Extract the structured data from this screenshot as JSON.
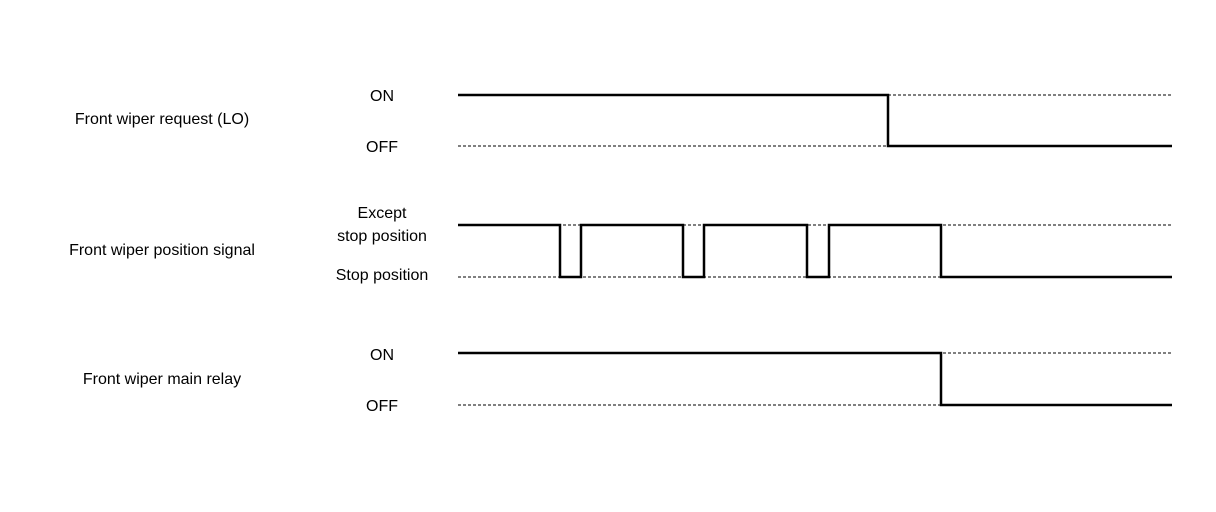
{
  "signals": [
    {
      "name": "Front wiper request (LO)",
      "high_label": "ON",
      "low_label": "OFF",
      "waveform": [
        {
          "t": 0,
          "level": "high"
        },
        {
          "t": 430,
          "level": "low"
        }
      ]
    },
    {
      "name": "Front wiper position signal",
      "high_label_line1": "Except",
      "high_label_line2": "stop position",
      "low_label": "Stop position",
      "waveform": [
        {
          "t": 0,
          "level": "high"
        },
        {
          "t": 102,
          "level": "low"
        },
        {
          "t": 123,
          "level": "high"
        },
        {
          "t": 225,
          "level": "low"
        },
        {
          "t": 246,
          "level": "high"
        },
        {
          "t": 349,
          "level": "low"
        },
        {
          "t": 371,
          "level": "high"
        },
        {
          "t": 483,
          "level": "low"
        }
      ]
    },
    {
      "name": "Front wiper main relay",
      "high_label": "ON",
      "low_label": "OFF",
      "waveform": [
        {
          "t": 0,
          "level": "high"
        },
        {
          "t": 483,
          "level": "low"
        }
      ]
    }
  ],
  "time_end": 714,
  "colors": {
    "line": "#000000",
    "background": "#ffffff"
  }
}
